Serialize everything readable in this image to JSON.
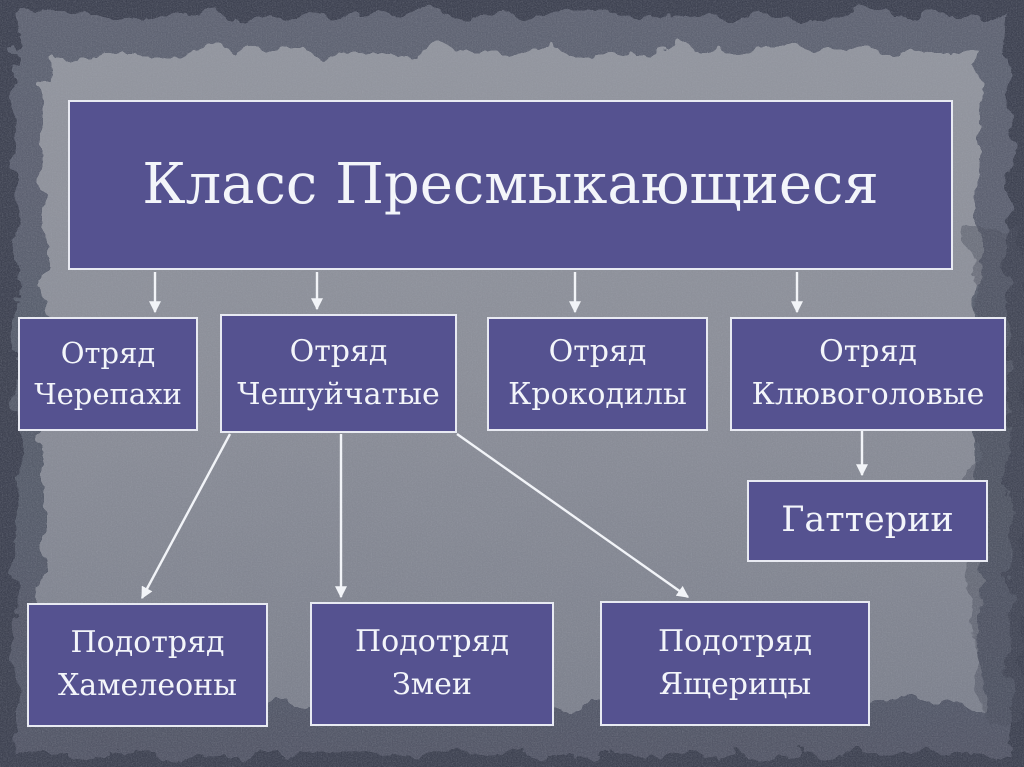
{
  "slide": {
    "title": "Класс Пресмыкающиеся"
  },
  "diagram": {
    "root": {
      "label": "Класс Пресмыкающиеся"
    },
    "orders": [
      {
        "id": "turtles",
        "line1": "Отряд",
        "line2": "Черепахи"
      },
      {
        "id": "squamata",
        "line1": "Отряд",
        "line2": "Чешуйчатые"
      },
      {
        "id": "crocodiles",
        "line1": "Отряд",
        "line2": "Крокодилы"
      },
      {
        "id": "rhynchocephalia",
        "line1": "Отряд",
        "line2": "Клювоголовые"
      }
    ],
    "tuatara": {
      "label": "Гаттерии"
    },
    "suborders": [
      {
        "id": "chameleons",
        "line1": "Подотряд",
        "line2": "Хамелеоны"
      },
      {
        "id": "snakes",
        "line1": "Подотряд",
        "line2": "Змеи"
      },
      {
        "id": "lizards",
        "line1": "Подотряд",
        "line2": "Ящерицы"
      }
    ]
  },
  "colors": {
    "box_fill": "#555290",
    "box_border": "#e8eaf2",
    "text": "#f3f5fa",
    "arrow": "#f2f4f8",
    "bg_dark": "#3d4150",
    "paper_mid": "#5c6170",
    "paper_light": "#8b8e98"
  }
}
